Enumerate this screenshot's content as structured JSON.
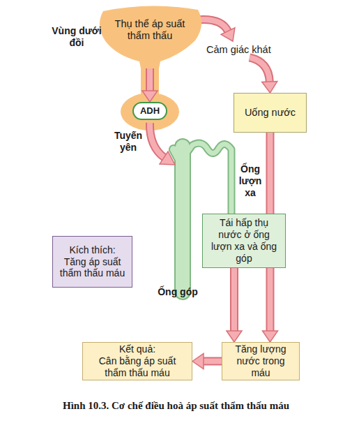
{
  "diagram": {
    "caption": "Hình 10.3. Cơ chế điều hoà áp suất thẩm thấu máu",
    "nodes": [
      {
        "text": [
          "Thụ thể áp suất thẩm thấu"
        ]
      },
      {
        "text": [
          "ADH"
        ]
      },
      {
        "text": [
          "Uống nước"
        ]
      },
      {
        "text": [
          "Tái hấp thụ nước ở ống lượn xa và ống góp"
        ]
      },
      {
        "text": [
          "Kích thích:",
          "Tăng áp suất thẩm thấu máu"
        ]
      },
      {
        "text": [
          "Kết quả:",
          "Cân bằng áp suất thẩm thấu máu"
        ]
      },
      {
        "text": [
          "Tăng lượng nước trong máu"
        ]
      }
    ],
    "edges": [
      {
        "from": 4,
        "to": 0,
        "arrow": "to"
      },
      {
        "from": 0,
        "to": 2,
        "label": "Cảm giác khát",
        "arrow": "to"
      },
      {
        "from": 0,
        "to": 1,
        "arrow": "to"
      },
      {
        "from": 3,
        "to": 6,
        "arrow": "to"
      },
      {
        "from": 2,
        "to": 6,
        "arrow": "to"
      },
      {
        "from": 6,
        "to": 5,
        "arrow": "to"
      }
    ],
    "labels": [
      "Vùng dưới đồi",
      "Tuyến yên",
      "Ống lượn xa",
      "Ống góp"
    ]
  }
}
